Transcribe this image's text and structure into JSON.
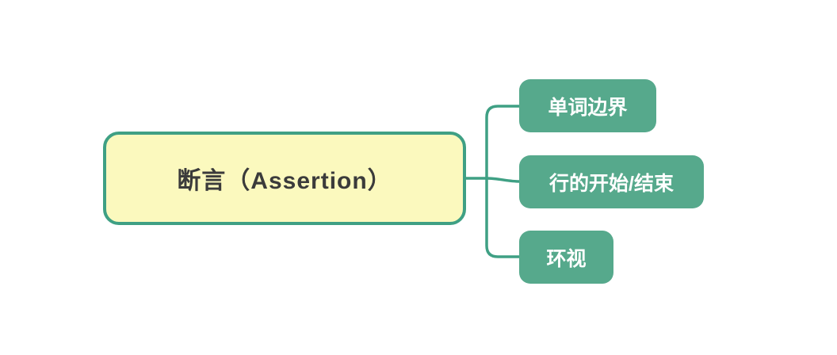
{
  "diagram": {
    "type": "mindmap",
    "root": {
      "label": "断言（Assertion）"
    },
    "children": [
      {
        "label": "单词边界"
      },
      {
        "label": "行的开始/结束"
      },
      {
        "label": "环视"
      }
    ],
    "colors": {
      "background": "#FFFFFF",
      "root_fill": "#FBF9BE",
      "root_border": "#3FA084",
      "root_text": "#3B3B3B",
      "child_fill": "#56A98C",
      "child_text": "#FFFFFF",
      "connector": "#3FA084"
    }
  }
}
